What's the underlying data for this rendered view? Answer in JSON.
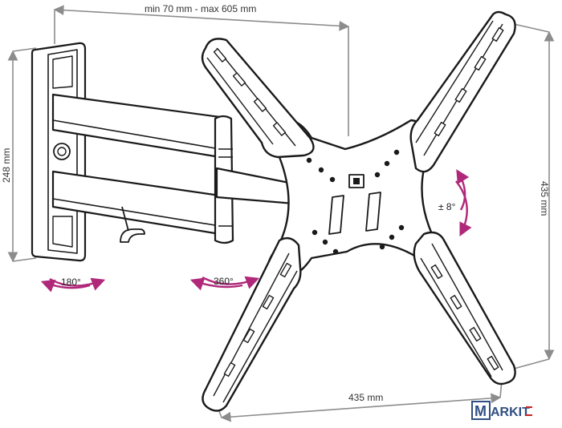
{
  "dimensions": {
    "width_label": "min 70 mm - max 605 mm",
    "height_wall_label": "248 mm",
    "vesa_height_label": "435 mm",
    "vesa_width_label": "435 mm"
  },
  "rotations": {
    "wall_swivel": "180°",
    "arm_swivel": "360°",
    "tilt": "± 8°"
  },
  "brand": {
    "box_letter": "M",
    "rest": "ARKIT"
  },
  "colors": {
    "line": "#1a1a1a",
    "dimension": "#8c8c8c",
    "accent": "#b0287a",
    "logo_box": "#2f4f82",
    "logo_red": "#cc2222"
  }
}
